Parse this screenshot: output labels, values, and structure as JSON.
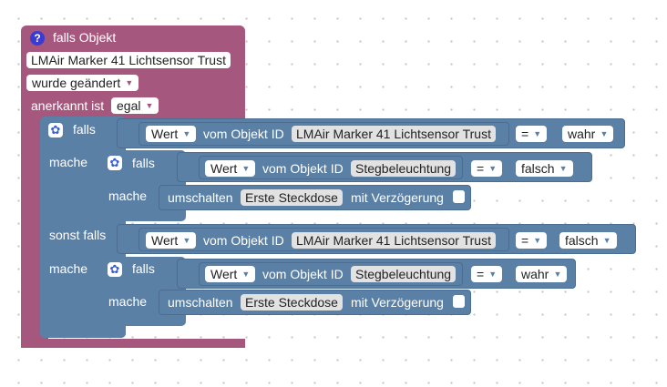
{
  "trigger": {
    "title": "falls Objekt",
    "object_name": "LMAir Marker 41 Lichtsensor Trust",
    "change_mode": "wurde geändert",
    "ack_label": "anerkannt ist",
    "ack_value": "egal"
  },
  "if1": {
    "falls_label": "falls",
    "mache_label": "mache",
    "sonst_label": "sonst falls",
    "mache2_label": "mache",
    "cond1": {
      "prop": "Wert",
      "vom_label": "vom Objekt ID",
      "object": "LMAir Marker 41 Lichtsensor Trust",
      "op": "=",
      "value": "wahr"
    },
    "cond2": {
      "prop": "Wert",
      "vom_label": "vom Objekt ID",
      "object": "LMAir Marker 41 Lichtsensor Trust",
      "op": "=",
      "value": "falsch"
    }
  },
  "inner_if_a": {
    "falls_label": "falls",
    "mache_label": "mache",
    "cond": {
      "prop": "Wert",
      "vom_label": "vom Objekt ID",
      "object": "Stegbeleuchtung",
      "op": "=",
      "value": "falsch"
    },
    "action": {
      "label": "umschalten",
      "target": "Erste Steckdose",
      "delay_label": "mit Verzögerung"
    }
  },
  "inner_if_b": {
    "falls_label": "falls",
    "mache_label": "mache",
    "cond": {
      "prop": "Wert",
      "vom_label": "vom Objekt ID",
      "object": "Stegbeleuchtung",
      "op": "=",
      "value": "wahr"
    },
    "action": {
      "label": "umschalten",
      "target": "Erste Steckdose",
      "delay_label": "mit Verzögerung"
    }
  },
  "icons": {
    "help": "question-icon",
    "gear": "gear-icon",
    "dropdown": "triangle-down-icon"
  },
  "colors": {
    "trigger": "#a5577d",
    "logic": "#5b80a5"
  }
}
